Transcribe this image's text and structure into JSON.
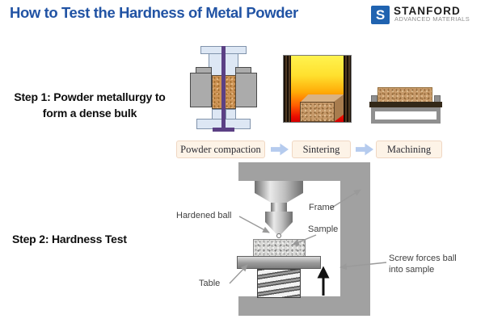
{
  "header": {
    "title": "How to Test the Hardness of Metal Powder",
    "logo": {
      "letter": "S",
      "name": "STANFORD",
      "subtitle": "ADVANCED MATERIALS"
    }
  },
  "steps": {
    "step1": {
      "label_line1": "Step 1: Powder metallurgy to",
      "label_line2": "form a dense bulk",
      "stages": [
        "Powder compaction",
        "Sintering",
        "Machining"
      ]
    },
    "step2": {
      "label": "Step 2: Hardness Test",
      "annotations": {
        "hardened_ball": "Hardened ball",
        "frame": "Frame",
        "sample": "Sample",
        "table": "Table",
        "screw_note": "Screw forces ball\ninto sample"
      }
    }
  },
  "icons": {
    "stage_arrow": "block-arrow-right-icon",
    "force_arrow": "up-arrow-icon"
  },
  "colors": {
    "title_blue": "#2153a4",
    "logo_blue": "#2063b0",
    "stage_box_bg": "#fdf3e7",
    "stage_box_border": "#f0d7c2",
    "stage_arrow_blue": "#b5cbee",
    "powder_orange": "#ce9557",
    "punch_blue": "#dde7f4",
    "rod_purple": "#5b4084",
    "furnace_gradient_top": "#fff34f",
    "furnace_gradient_bottom": "#d40000",
    "frame_gray": "#a1a1a1"
  }
}
